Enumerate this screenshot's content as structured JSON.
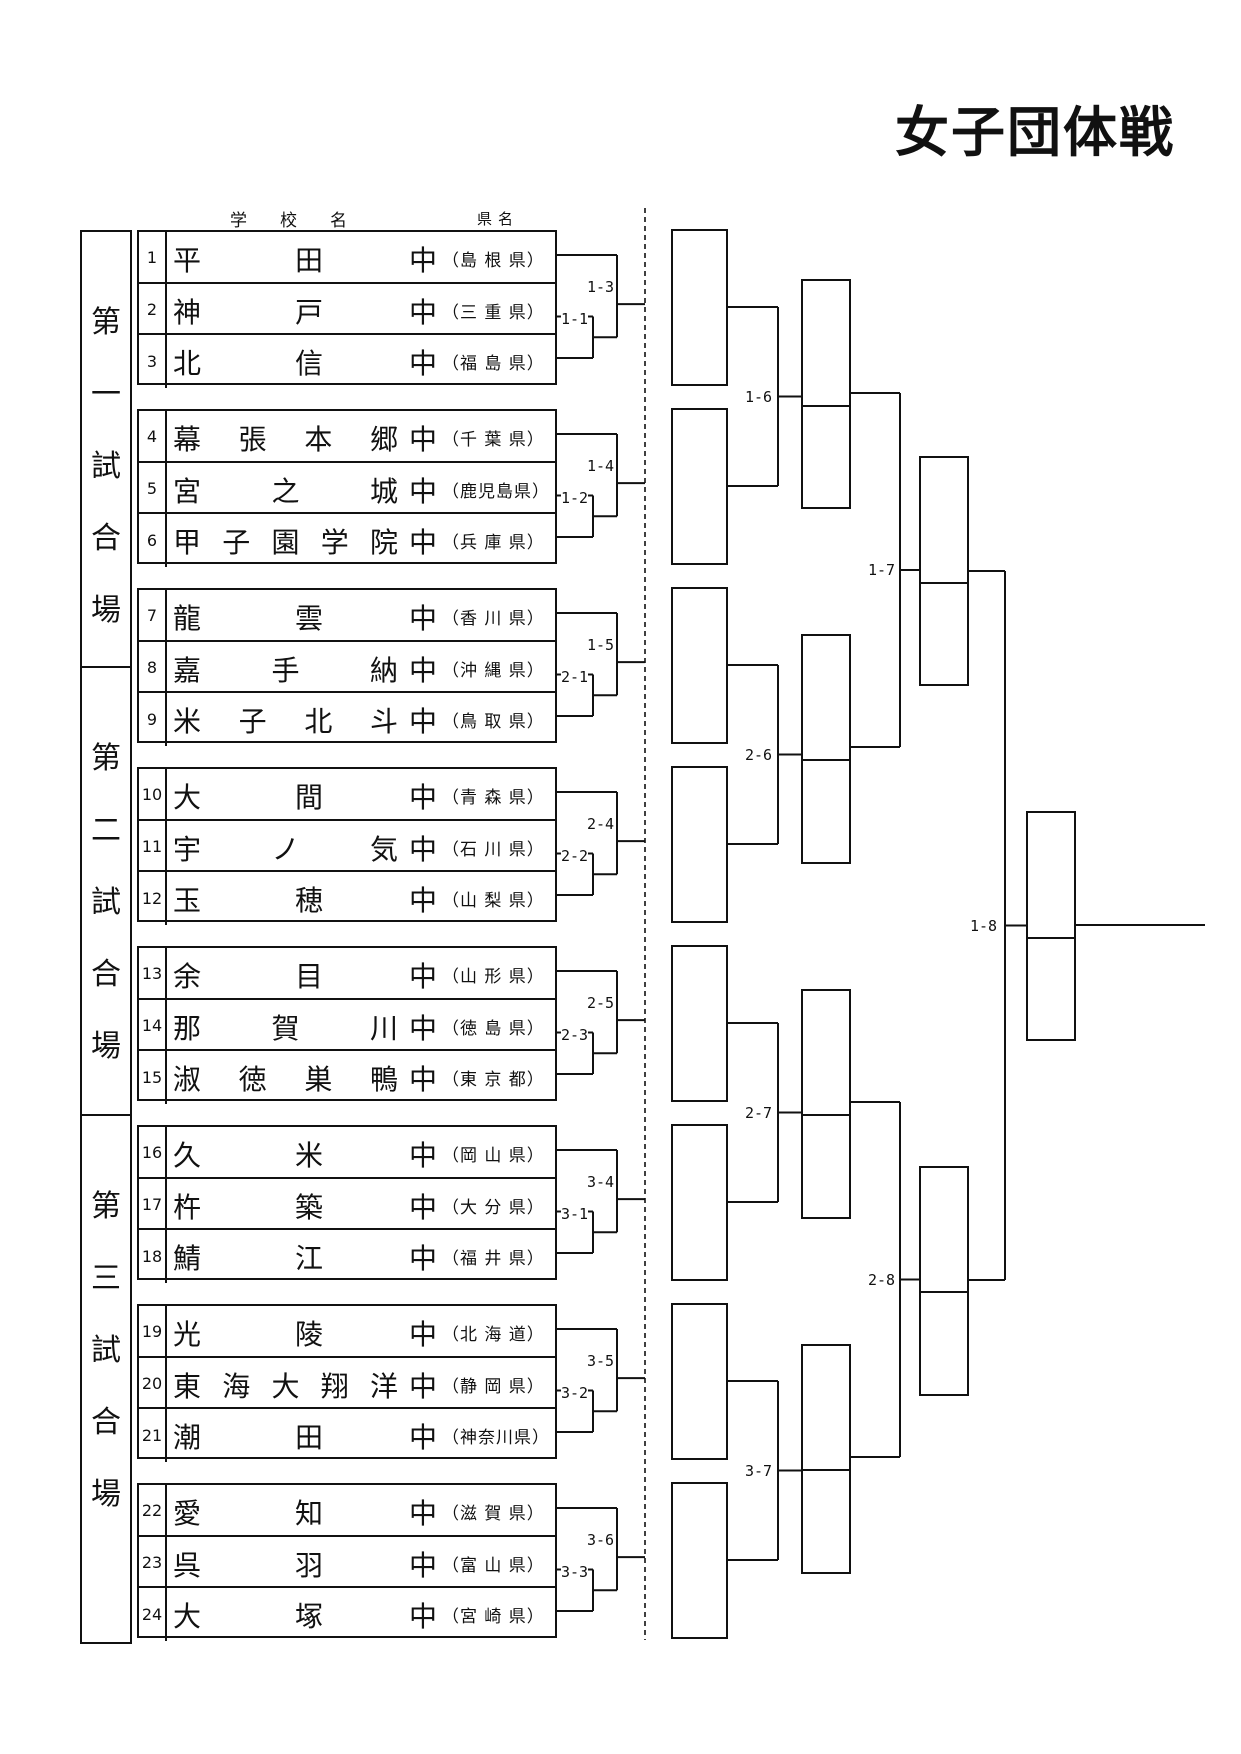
{
  "title": "女子団体戦",
  "header": {
    "school_label": "学　校　名",
    "pref_label": "県名"
  },
  "venues": [
    {
      "chars": [
        "第",
        "一",
        "試",
        "合",
        "場"
      ]
    },
    {
      "chars": [
        "第",
        "二",
        "試",
        "合",
        "場"
      ]
    },
    {
      "chars": [
        "第",
        "三",
        "試",
        "合",
        "場"
      ]
    }
  ],
  "teams": [
    {
      "no": "1",
      "chars": [
        "平",
        "田"
      ],
      "suffix": "中",
      "pref": "（島 根 県）"
    },
    {
      "no": "2",
      "chars": [
        "神",
        "戸"
      ],
      "suffix": "中",
      "pref": "（三 重 県）"
    },
    {
      "no": "3",
      "chars": [
        "北",
        "信"
      ],
      "suffix": "中",
      "pref": "（福 島 県）"
    },
    {
      "no": "4",
      "chars": [
        "幕",
        "張",
        "本",
        "郷"
      ],
      "suffix": "中",
      "pref": "（千 葉 県）"
    },
    {
      "no": "5",
      "chars": [
        "宮",
        "之",
        "城"
      ],
      "suffix": "中",
      "pref": "（鹿児島県）"
    },
    {
      "no": "6",
      "chars": [
        "甲",
        "子",
        "園",
        "学",
        "院"
      ],
      "suffix": "中",
      "pref": "（兵 庫 県）"
    },
    {
      "no": "7",
      "chars": [
        "龍",
        "雲"
      ],
      "suffix": "中",
      "pref": "（香 川 県）"
    },
    {
      "no": "8",
      "chars": [
        "嘉",
        "手",
        "納"
      ],
      "suffix": "中",
      "pref": "（沖 縄 県）"
    },
    {
      "no": "9",
      "chars": [
        "米",
        "子",
        "北",
        "斗"
      ],
      "suffix": "中",
      "pref": "（鳥 取 県）"
    },
    {
      "no": "10",
      "chars": [
        "大",
        "間"
      ],
      "suffix": "中",
      "pref": "（青 森 県）"
    },
    {
      "no": "11",
      "chars": [
        "宇",
        "ノ",
        "気"
      ],
      "suffix": "中",
      "pref": "（石 川 県）"
    },
    {
      "no": "12",
      "chars": [
        "玉",
        "穂"
      ],
      "suffix": "中",
      "pref": "（山 梨 県）"
    },
    {
      "no": "13",
      "chars": [
        "余",
        "目"
      ],
      "suffix": "中",
      "pref": "（山 形 県）"
    },
    {
      "no": "14",
      "chars": [
        "那",
        "賀",
        "川"
      ],
      "suffix": "中",
      "pref": "（徳 島 県）"
    },
    {
      "no": "15",
      "chars": [
        "淑",
        "徳",
        "巣",
        "鴨"
      ],
      "suffix": "中",
      "pref": "（東 京 都）"
    },
    {
      "no": "16",
      "chars": [
        "久",
        "米"
      ],
      "suffix": "中",
      "pref": "（岡 山 県）"
    },
    {
      "no": "17",
      "chars": [
        "杵",
        "築"
      ],
      "suffix": "中",
      "pref": "（大 分 県）"
    },
    {
      "no": "18",
      "chars": [
        "鯖",
        "江"
      ],
      "suffix": "中",
      "pref": "（福 井 県）"
    },
    {
      "no": "19",
      "chars": [
        "光",
        "陵"
      ],
      "suffix": "中",
      "pref": "（北 海 道）"
    },
    {
      "no": "20",
      "chars": [
        "東",
        "海",
        "大",
        "翔",
        "洋"
      ],
      "suffix": "中",
      "pref": "（静 岡 県）"
    },
    {
      "no": "21",
      "chars": [
        "潮",
        "田"
      ],
      "suffix": "中",
      "pref": "（神奈川県）"
    },
    {
      "no": "22",
      "chars": [
        "愛",
        "知"
      ],
      "suffix": "中",
      "pref": "（滋 賀 県）"
    },
    {
      "no": "23",
      "chars": [
        "呉",
        "羽"
      ],
      "suffix": "中",
      "pref": "（富 山 県）"
    },
    {
      "no": "24",
      "chars": [
        "大",
        "塚"
      ],
      "suffix": "中",
      "pref": "（宮 崎 県）"
    }
  ],
  "group_matches": [
    {
      "first": "1-1",
      "second": "1-3"
    },
    {
      "first": "1-2",
      "second": "1-4"
    },
    {
      "first": "2-1",
      "second": "1-5"
    },
    {
      "first": "2-2",
      "second": "2-4"
    },
    {
      "first": "2-3",
      "second": "2-5"
    },
    {
      "first": "3-1",
      "second": "3-4"
    },
    {
      "first": "3-2",
      "second": "3-5"
    },
    {
      "first": "3-3",
      "second": "3-6"
    }
  ],
  "knockout_matches": {
    "r1": [
      "1-6",
      "2-6",
      "2-7",
      "3-7"
    ],
    "r2": [
      "1-7",
      "2-8"
    ],
    "final": "1-8"
  }
}
